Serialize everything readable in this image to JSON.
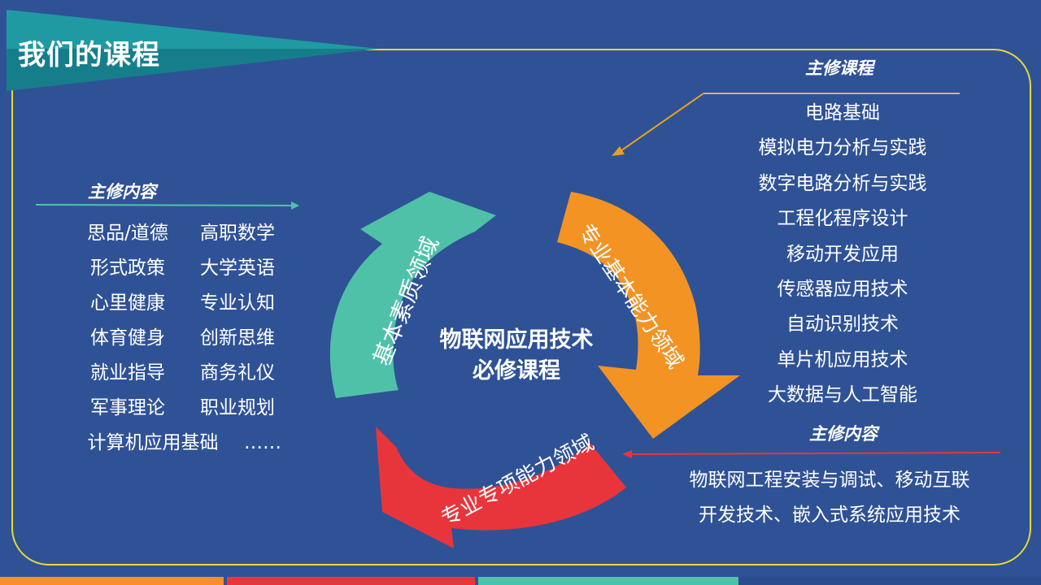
{
  "title": "我们的课程",
  "center": {
    "line1": "物联网应用技术",
    "line2": "必修课程"
  },
  "arrows": {
    "teal": "基本素质领域",
    "orange": "专业基本能力领域",
    "red": "专业专项能力领域"
  },
  "left": {
    "heading": "主修内容",
    "rows": [
      [
        "思品/道德",
        "高职数学"
      ],
      [
        "形式政策",
        "大学英语"
      ],
      [
        "心里健康",
        "专业认知"
      ],
      [
        "体育健身",
        "创新思维"
      ],
      [
        "就业指导",
        "商务礼仪"
      ],
      [
        "军事理论",
        "职业规划"
      ],
      [
        "计算机应用基础",
        "……"
      ]
    ]
  },
  "right": {
    "heading": "主修课程",
    "items": [
      "电路基础",
      "模拟电力分析与实践",
      "数字电路分析与实践",
      "工程化程序设计",
      "移动开发应用",
      "传感器应用技术",
      "自动识别技术",
      "单片机应用技术",
      "大数据与人工智能"
    ]
  },
  "bottom": {
    "heading": "主修内容",
    "lines": [
      "物联网工程安装与调试、移动互联",
      "开发技术、嵌入式系统应用技术"
    ]
  },
  "colors": {
    "background": "#2f5296",
    "frame": "#e6d83a",
    "teal": "#4fc1a8",
    "orange": "#f29324",
    "red": "#e8353b",
    "banner": "#1d8a94"
  }
}
